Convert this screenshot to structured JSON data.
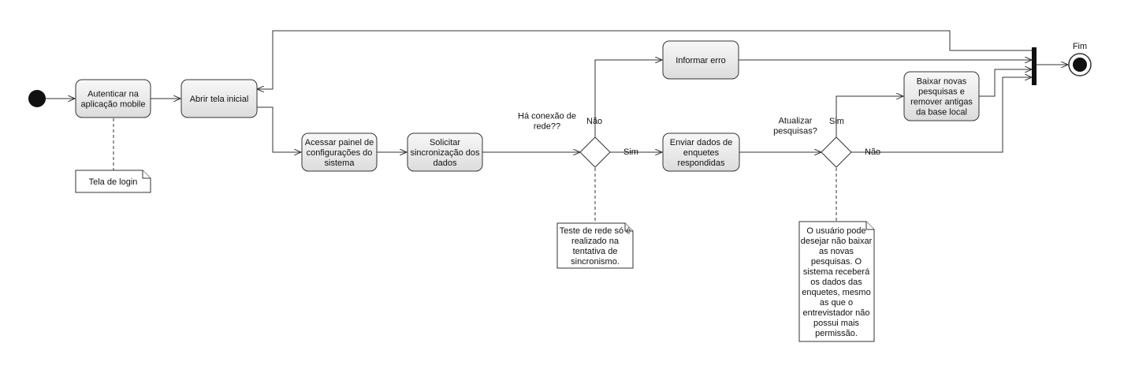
{
  "actions": {
    "autenticar": [
      "Autenticar na",
      "aplicação mobile"
    ],
    "abrir_tela": [
      "Abrir tela inicial"
    ],
    "acessar_painel": [
      "Acessar painel de",
      "configurações do",
      "sistema"
    ],
    "solicitar_sync": [
      "Solicitar",
      "sincronização dos",
      "dados"
    ],
    "informar_erro": [
      "Informar erro"
    ],
    "enviar_dados": [
      "Enviar dados de",
      "enquetes",
      "respondidas"
    ],
    "baixar_novas": [
      "Baixar novas",
      "pesquisas e",
      "remover antigas",
      "da base local"
    ]
  },
  "decisions": {
    "conexao": [
      "Há conexão de",
      "rede??"
    ],
    "atualizar": [
      "Atualizar",
      "pesquisas?"
    ]
  },
  "guards": {
    "conexao_nao": "Não",
    "conexao_sim": "Sim",
    "atualizar_sim": "Sim",
    "atualizar_nao": "Não"
  },
  "final_label": "Fim",
  "notes": {
    "login": [
      "Tela de login"
    ],
    "teste_rede": [
      "Teste de rede só é",
      "realizado na",
      "tentativa de",
      "sincronismo."
    ],
    "usuario": [
      "O usuário pode",
      "desejar não baixar",
      "as novas",
      "pesquisas. O",
      "sistema receberá",
      "os dados das",
      "enquetes, mesmo",
      "as que o",
      "entrevistador não",
      "possui mais",
      "permissão."
    ]
  }
}
